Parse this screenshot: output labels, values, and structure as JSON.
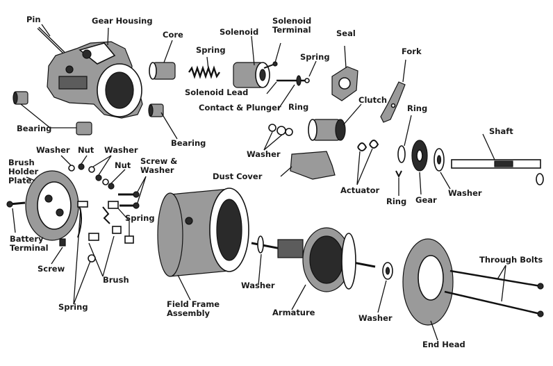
{
  "labels": {
    "pin": "Pin",
    "gear_housing": "Gear Housing",
    "core": "Core",
    "spring_top": "Spring",
    "solenoid": "Solenoid",
    "solenoid_terminal": "Solenoid\nTerminal",
    "seal": "Seal",
    "spring_plunger": "Spring",
    "fork": "Fork",
    "solenoid_lead": "Solenoid Lead",
    "contact_plunger": "Contact & Plunger",
    "ring_upper": "Ring",
    "clutch": "Clutch",
    "ring_right": "Ring",
    "shaft": "Shaft",
    "bearing_left": "Bearing",
    "bearing_right": "Bearing",
    "washer_clutch": "Washer",
    "washer_brush_1": "Washer",
    "nut_1": "Nut",
    "washer_brush_2": "Washer",
    "nut_2": "Nut",
    "screw_washer": "Screw &\nWasher",
    "brush_holder_plate": "Brush\nHolder\nPlate",
    "dust_cover": "Dust Cover",
    "actuator": "Actuator",
    "ring_lower": "Ring",
    "gear": "Gear",
    "washer_shaft": "Washer",
    "spring_brush": "Spring",
    "battery_terminal": "Battery\nTerminal",
    "screw": "Screw",
    "brush": "Brush",
    "spring_bottom": "Spring",
    "field_frame_assembly": "Field Frame\nAssembly",
    "washer_armature": "Washer",
    "armature": "Armature",
    "washer_endhead": "Washer",
    "through_bolts": "Through Bolts",
    "end_head": "End Head"
  }
}
